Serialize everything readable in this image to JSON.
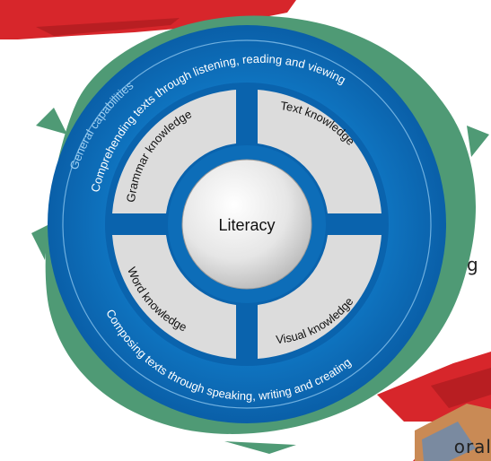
{
  "diagram": {
    "outer_ring": {
      "label": "General capabilities",
      "top_arc_text": "Comprehending texts through listening, reading and viewing",
      "bottom_arc_text": "Composing texts through speaking, writing and creating"
    },
    "segments": {
      "top_left": "Grammar knowledge",
      "top_right": "Text knowledge",
      "bottom_left": "Word knowledge",
      "bottom_right": "Visual knowledge"
    },
    "center": "Literacy"
  },
  "page_fragments": {
    "edge_text_1": "g",
    "edge_text_2": "oral"
  },
  "colors": {
    "ring_blue": "#0d6db8",
    "segment_gray": "#dcdcdc",
    "brush_green": "#4f9a75",
    "brush_red": "#d7262b"
  }
}
